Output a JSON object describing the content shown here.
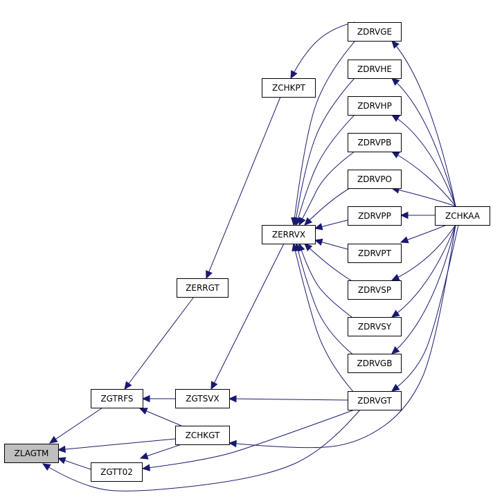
{
  "colors": {
    "edge": "#191970",
    "node_fill": "#ffffff",
    "root_fill": "#bfbfbf",
    "border": "#000000"
  },
  "nodes": [
    {
      "id": "ZLAGTM",
      "label": "ZLAGTM"
    },
    {
      "id": "ZGTRFS",
      "label": "ZGTRFS"
    },
    {
      "id": "ZGTT02",
      "label": "ZGTT02"
    },
    {
      "id": "ZGTSVX",
      "label": "ZGTSVX"
    },
    {
      "id": "ZCHKGT",
      "label": "ZCHKGT"
    },
    {
      "id": "ZERRGT",
      "label": "ZERRGT"
    },
    {
      "id": "ZERRVX",
      "label": "ZERRVX"
    },
    {
      "id": "ZCHKPT",
      "label": "ZCHKPT"
    },
    {
      "id": "ZDRVGE",
      "label": "ZDRVGE"
    },
    {
      "id": "ZDRVHE",
      "label": "ZDRVHE"
    },
    {
      "id": "ZDRVHP",
      "label": "ZDRVHP"
    },
    {
      "id": "ZDRVPB",
      "label": "ZDRVPB"
    },
    {
      "id": "ZDRVPO",
      "label": "ZDRVPO"
    },
    {
      "id": "ZDRVPP",
      "label": "ZDRVPP"
    },
    {
      "id": "ZDRVPT",
      "label": "ZDRVPT"
    },
    {
      "id": "ZDRVSP",
      "label": "ZDRVSP"
    },
    {
      "id": "ZDRVSY",
      "label": "ZDRVSY"
    },
    {
      "id": "ZDRVGB",
      "label": "ZDRVGB"
    },
    {
      "id": "ZDRVGT",
      "label": "ZDRVGT"
    },
    {
      "id": "ZCHKAA",
      "label": "ZCHKAA"
    }
  ],
  "edges": [
    {
      "from": "ZGTRFS",
      "to": "ZLAGTM"
    },
    {
      "from": "ZCHKGT",
      "to": "ZLAGTM"
    },
    {
      "from": "ZGTT02",
      "to": "ZLAGTM"
    },
    {
      "from": "ZDRVGT",
      "to": "ZLAGTM"
    },
    {
      "from": "ZGTSVX",
      "to": "ZGTRFS"
    },
    {
      "from": "ZCHKGT",
      "to": "ZGTRFS"
    },
    {
      "from": "ZERRGT",
      "to": "ZGTRFS"
    },
    {
      "from": "ZCHKGT",
      "to": "ZGTT02"
    },
    {
      "from": "ZDRVGT",
      "to": "ZGTT02"
    },
    {
      "from": "ZDRVGT",
      "to": "ZGTSVX"
    },
    {
      "from": "ZERRVX",
      "to": "ZGTSVX"
    },
    {
      "from": "ZCHKPT",
      "to": "ZERRGT"
    },
    {
      "from": "ZDRVGE",
      "to": "ZCHKPT"
    },
    {
      "from": "ZCHKAA",
      "to": "ZCHKGT"
    },
    {
      "from": "ZDRVGE",
      "to": "ZERRVX"
    },
    {
      "from": "ZDRVHE",
      "to": "ZERRVX"
    },
    {
      "from": "ZDRVHP",
      "to": "ZERRVX"
    },
    {
      "from": "ZDRVPB",
      "to": "ZERRVX"
    },
    {
      "from": "ZDRVPO",
      "to": "ZERRVX"
    },
    {
      "from": "ZDRVPP",
      "to": "ZERRVX"
    },
    {
      "from": "ZDRVPT",
      "to": "ZERRVX"
    },
    {
      "from": "ZDRVSP",
      "to": "ZERRVX"
    },
    {
      "from": "ZDRVSY",
      "to": "ZERRVX"
    },
    {
      "from": "ZDRVGB",
      "to": "ZERRVX"
    },
    {
      "from": "ZDRVGT",
      "to": "ZERRVX"
    },
    {
      "from": "ZCHKAA",
      "to": "ZDRVGE"
    },
    {
      "from": "ZCHKAA",
      "to": "ZDRVHE"
    },
    {
      "from": "ZCHKAA",
      "to": "ZDRVHP"
    },
    {
      "from": "ZCHKAA",
      "to": "ZDRVPB"
    },
    {
      "from": "ZCHKAA",
      "to": "ZDRVPO"
    },
    {
      "from": "ZCHKAA",
      "to": "ZDRVPP"
    },
    {
      "from": "ZCHKAA",
      "to": "ZDRVPT"
    },
    {
      "from": "ZCHKAA",
      "to": "ZDRVSP"
    },
    {
      "from": "ZCHKAA",
      "to": "ZDRVSY"
    },
    {
      "from": "ZCHKAA",
      "to": "ZDRVGB"
    },
    {
      "from": "ZCHKAA",
      "to": "ZDRVGT"
    }
  ]
}
